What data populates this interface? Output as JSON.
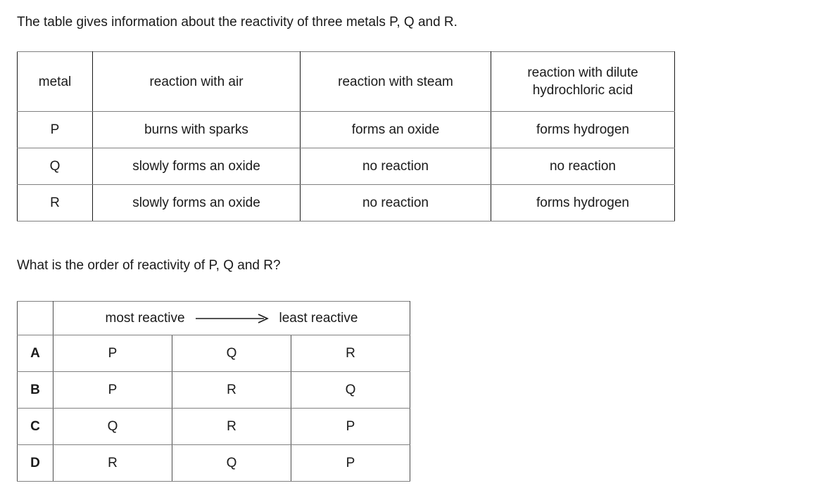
{
  "intro": {
    "text": "The table gives information about the reactivity of three metals P, Q and R."
  },
  "question": {
    "text": "What is the order of reactivity of P, Q and R?"
  },
  "reactivity_table": {
    "columns": [
      "metal",
      "reaction with air",
      "reaction with steam",
      "reaction with dilute hydrochloric acid"
    ],
    "rows": [
      {
        "metal": "P",
        "air": "burns with sparks",
        "steam": "forms an oxide",
        "acid": "forms hydrogen"
      },
      {
        "metal": "Q",
        "air": "slowly forms an oxide",
        "steam": "no reaction",
        "acid": "no reaction"
      },
      {
        "metal": "R",
        "air": "slowly forms an oxide",
        "steam": "no reaction",
        "acid": "forms hydrogen"
      }
    ]
  },
  "answer_table": {
    "scale_left_label": "most reactive",
    "scale_right_label": "least reactive",
    "scale_arrow_icon": "right-arrow-icon",
    "options": [
      {
        "letter": "A",
        "first": "P",
        "second": "Q",
        "third": "R"
      },
      {
        "letter": "B",
        "first": "P",
        "second": "R",
        "third": "Q"
      },
      {
        "letter": "C",
        "first": "Q",
        "second": "R",
        "third": "P"
      },
      {
        "letter": "D",
        "first": "R",
        "second": "Q",
        "third": "P"
      }
    ]
  },
  "colors": {
    "text": "#1a1a1a",
    "grid_horizontal": "#808080",
    "grid_vertical": "#1a1a1a",
    "background": "#ffffff"
  }
}
